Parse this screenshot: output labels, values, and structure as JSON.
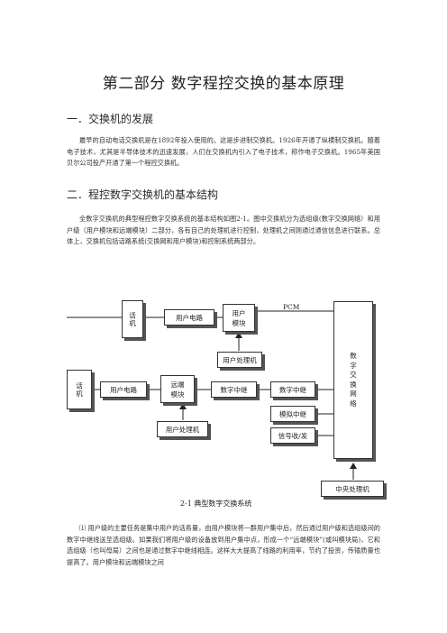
{
  "title": "第二部分 数字程控交换的基本原理",
  "section1": {
    "heading": "一．交换机的发展",
    "paragraph": "最早的自动电话交换机是在1892年投入使用的。这是步进制交换机。1926年开通了纵横制交换机。随着电子技术，尤其是半导体技术的迅速发展，人们在交换机内引入了电子技术，称作电子交换机。1965年美国贝尔公司投产开通了第一个程控交换机。"
  },
  "section2": {
    "heading": "二．程控数字交换机的基本结构",
    "paragraph": "全数字交换机的典型程控数字交换系统的基本结构如图2-1。图中交换机分为选组级(数字交换网络）和用户级（用户模块和远端模块）二部分，各有自己的处理机进行控制，处理机之间则通过通信信息进行联系。总体上，交换机包括话路系统(交换网和用户模块)和控制系统两部分。"
  },
  "diagram": {
    "phone_top": "话机",
    "subscriber_circuit_top": "用户电路",
    "subscriber_module": "用户模块",
    "pcm_label": "PCM",
    "subscriber_processor_top": "用户处理机",
    "digital_switch_network": "数字交换网络",
    "phone_left": "话机",
    "subscriber_circuit_left": "用户电路",
    "remote_module": "远端模块",
    "digital_trunk_a": "数字中继",
    "digital_trunk_b": "数字中继",
    "analog_trunk": "模拟中继",
    "signal_tx_rx": "信号收/发",
    "subscriber_processor_bottom": "用户处理机",
    "central_processor": "中央处理机",
    "caption": "2-1 典型数字交换系统"
  },
  "bottom_paragraph": "⑴ 用户级的主要任务是集中用户的话务量，由用户模块将一群用户集中后，然后通过用户级和选组级间的数字中继线送至选组级。如果我们将用户级的设备放到用户集中点，形成一个“远端模块”(或叫模块局)，它和选组级（也叫母局）之间也是通过数字中继线相连。这样大大提高了线路的利用率，节约了投资，传输质量也提高了。用户模块和远端模块之间"
}
